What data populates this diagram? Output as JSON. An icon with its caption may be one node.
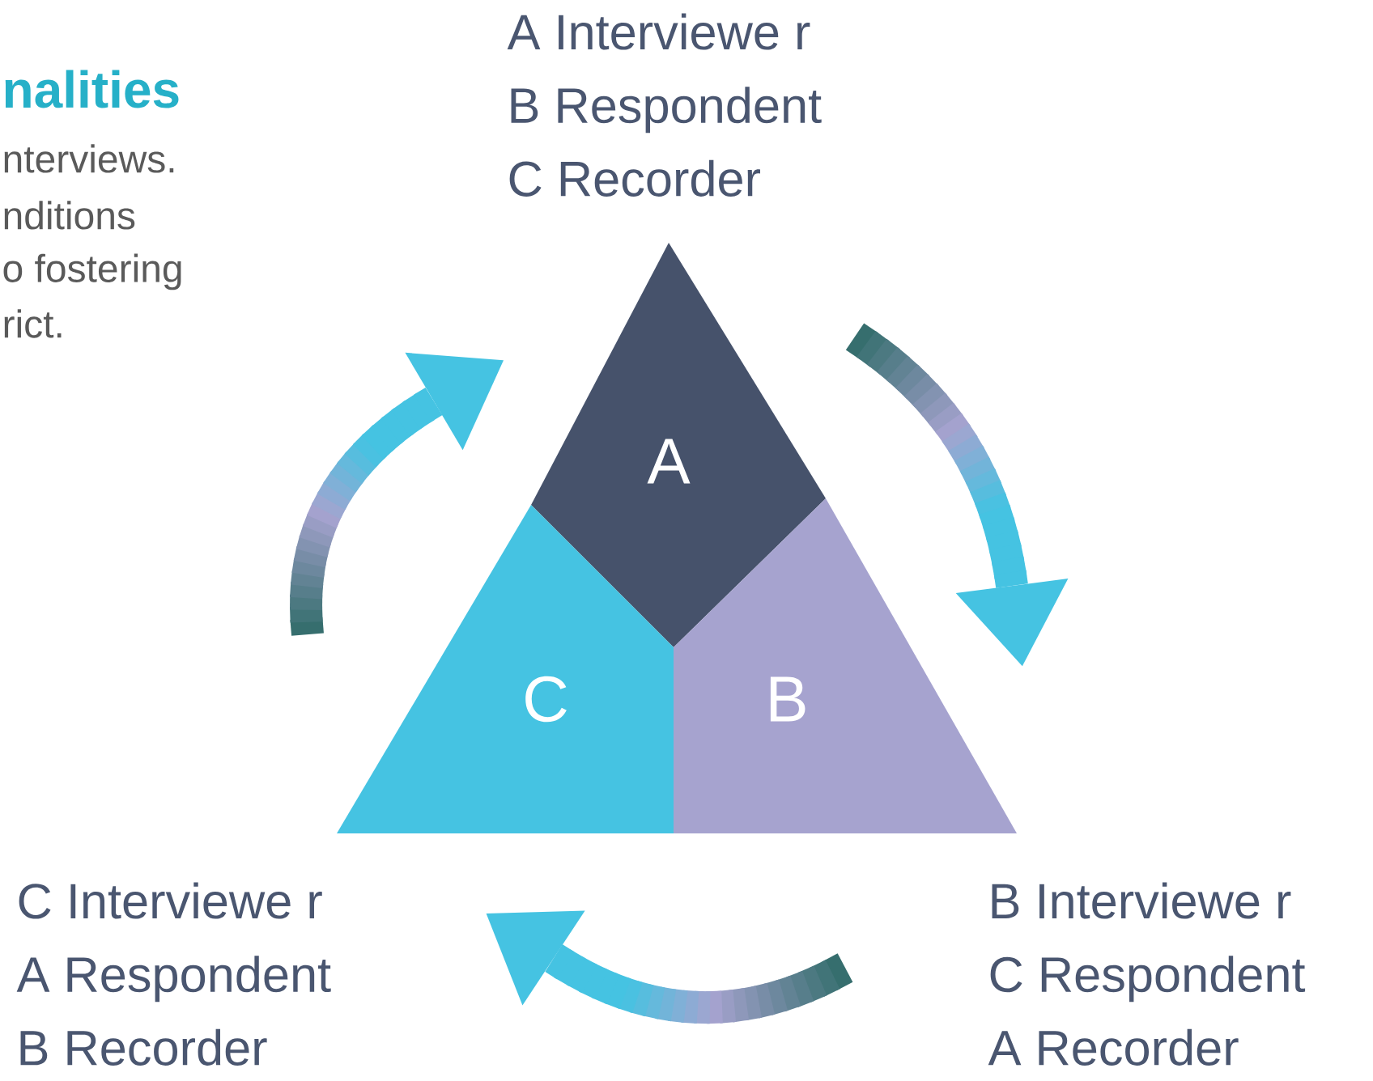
{
  "diagram": {
    "nodes": [
      {
        "text": [
          "A"
        ]
      },
      {
        "text": [
          "B"
        ]
      },
      {
        "text": [
          "C"
        ]
      },
      {
        "text": [
          "A Interviewe r",
          "B Respondent",
          "C Recorder"
        ]
      },
      {
        "text": [
          "B Interviewe r",
          "C Respondent",
          "A Recorder"
        ]
      },
      {
        "text": [
          "C Interviewe r",
          "A Respondent",
          "B Recorder"
        ]
      }
    ],
    "labels": [
      "nalities",
      "nterviews.",
      "nditions",
      "o fostering",
      "rict."
    ]
  }
}
